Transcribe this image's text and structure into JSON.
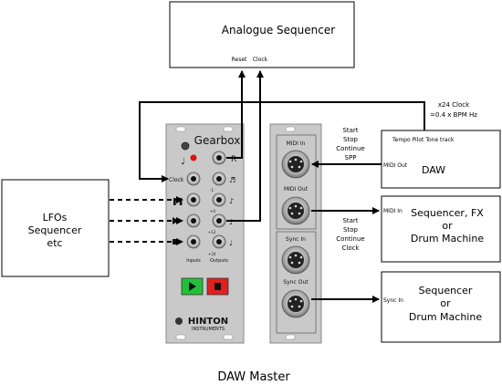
{
  "diagram": {
    "title": "DAW Master",
    "boxes": {
      "analogue_sequencer": {
        "title": "Analogue Sequencer",
        "port_reset": "Reset",
        "port_clock": "Clock"
      },
      "lfo_sequencer": {
        "line1": "LFOs",
        "line2": "Sequencer",
        "line3": "etc"
      },
      "daw": {
        "title": "DAW",
        "header": "Tempo Pilot Tone track",
        "port": "MIDI Out"
      },
      "seq_fx": {
        "line1": "Sequencer, FX",
        "line2": "or",
        "line3": "Drum Machine",
        "port": "MIDI In"
      },
      "seq_drum": {
        "line1": "Sequencer",
        "line2": "or",
        "line3": "Drum Machine",
        "port": "Sync In"
      }
    },
    "annotations": {
      "clock_rate_line1": "x24 Clock",
      "clock_rate_line2": "=0.4 x BPM Hz",
      "midi_in_msgs": [
        "Start",
        "Stop",
        "Continue",
        "SPP"
      ],
      "midi_out_msgs": [
        "Start",
        "Stop",
        "Continue",
        "Clock"
      ]
    },
    "gearbox": {
      "name": "Gearbox",
      "clock_label": "Clock",
      "reset_label": "R",
      "inputs_label": "Inputs",
      "outputs_label": "Outputs",
      "div_labels": [
        "-1",
        "+4",
        "+12",
        "+24"
      ],
      "brand_line1": "HINTON",
      "brand_line2": "INSTRUMENTS",
      "play_color": "#22c03a",
      "stop_color": "#e02020",
      "led_color": "#e01010"
    },
    "midi_module": {
      "midi_in": "MIDI In",
      "midi_out": "MIDI Out",
      "sync_in": "Sync In",
      "sync_out": "Sync Out"
    },
    "colors": {
      "panel": "#c8c8c8",
      "panel_edge": "#8a8a8a",
      "line": "#000000"
    }
  }
}
